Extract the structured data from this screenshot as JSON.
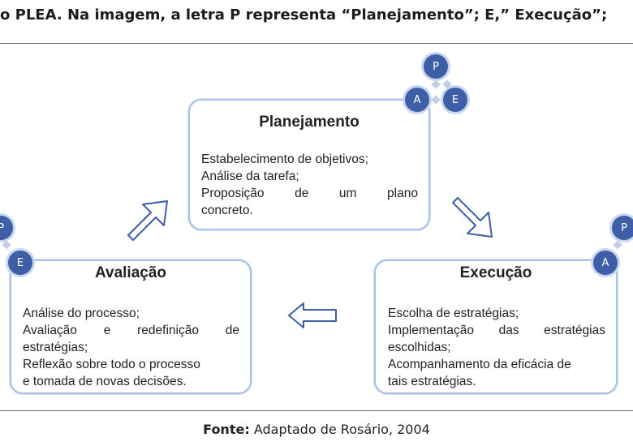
{
  "caption": "o PLEA. Na imagem, a letra P representa “Planejamento”; E,” Execução”;",
  "cycle_letters": {
    "p": "P",
    "e": "E",
    "a": "A"
  },
  "boxes": {
    "planejamento": {
      "title": "Planejamento",
      "lines": [
        "Estabelecimento de objetivos;",
        "Análise da tarefa;"
      ],
      "justified_line": [
        "Proposição",
        "de",
        "um",
        "plano"
      ],
      "last_line": "concreto."
    },
    "execucao": {
      "title": "Execução",
      "line1": "Escolha de estratégias;",
      "justified_line": [
        "Implementação",
        "das",
        "estratégias"
      ],
      "line3": "escolhidas;",
      "line4": "Acompanhamento da eficácia de",
      "line5": "tais estratégias."
    },
    "avaliacao": {
      "title": "Avaliação",
      "line1": "Análise do processo;",
      "justified_line": [
        "Avaliação",
        "e",
        "redefinição",
        "de"
      ],
      "line3": "estratégias;",
      "line4": "Reflexão sobre todo o processo",
      "line5": "e tomada de novas decisões."
    }
  },
  "source": {
    "label": "Fonte:",
    "text": "Adaptado de Rosário, 2004"
  },
  "colors": {
    "box_border": "#a9c1e8",
    "circle_fill": "#3e5fa8",
    "arrow_stroke": "#3e5fa8"
  }
}
